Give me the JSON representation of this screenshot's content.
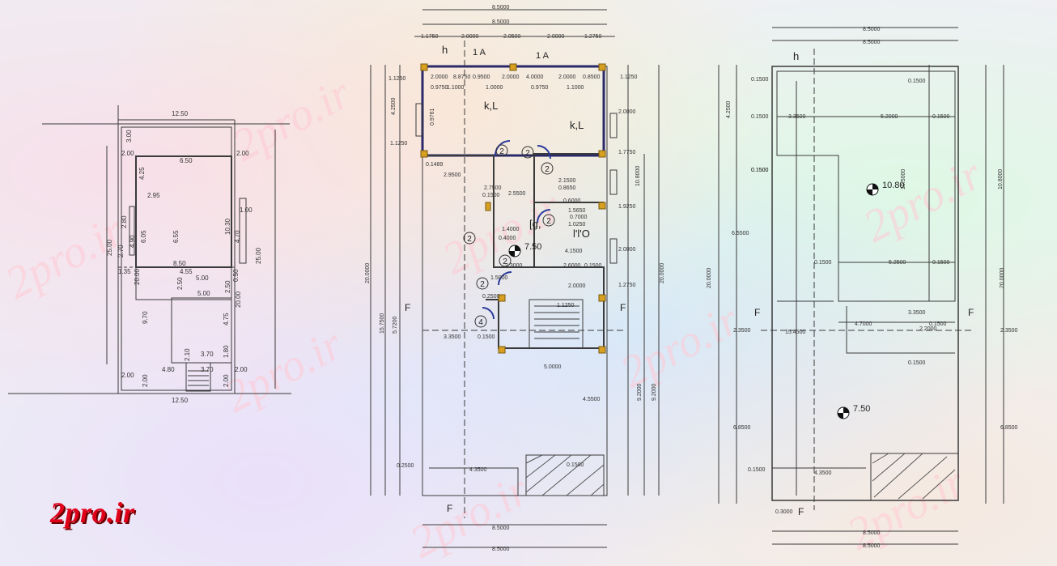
{
  "colors": {
    "line": "#3a3a3a",
    "dim": "#333333",
    "accent": "#e0001a",
    "door": "#2a3a9a",
    "column": "#d8a020"
  },
  "watermark": {
    "text": "2pro.ir",
    "logo_text": "2pro.ir"
  },
  "plan_site": {
    "dims": [
      "12.50",
      "12.50",
      "3.00",
      "2.00",
      "6.50",
      "2.00",
      "4.25",
      "2.95",
      "1.00",
      "10.30",
      "6.05",
      "6.55",
      "2.80",
      "4.90",
      "2.70",
      "25.00",
      "25.00",
      "8.50",
      "4.55",
      "1.35",
      "5.00",
      "20.00",
      "2.50",
      "5.00",
      "2.50",
      "0.50",
      "20.00",
      "9.70",
      "4.75",
      "3.70",
      "2.10",
      "3.70",
      "1.80",
      "4.80",
      "2.00",
      "2.00",
      "2.00",
      "2.00",
      "4.70"
    ]
  },
  "plan_ground": {
    "top_dims": [
      "8.5000",
      "8.5000",
      "1.1750",
      "2.0000",
      "2.0500",
      "2.0000",
      "1.2750"
    ],
    "side_dims": [
      "1.1250",
      "4.2500",
      "1.1250",
      "20.0000",
      "15.7500",
      "5.7200",
      "1.1250",
      "2.0000",
      "1.7750",
      "10.8000",
      "1.9250",
      "2.0000",
      "1.2750",
      "20.0000",
      "9.2000",
      "9.2000"
    ],
    "inner_dims": [
      "2.0000",
      "8.8750",
      "0.9500",
      "2.0000",
      "4.0000",
      "2.0000",
      "0.8500",
      "0.9750",
      "1.1000",
      "1.0000",
      "0.9750",
      "1.1000",
      "0.9761",
      "0.1489",
      "2.9500",
      "2.7500",
      "0.1500",
      "2.5500",
      "2.1500",
      "0.8650",
      "0.6000",
      "1.5650",
      "0.7000",
      "1.0250",
      "1.4000",
      "4.1500",
      "0.4000",
      "2.3000",
      "2.6000",
      "1.5000",
      "0.1500",
      "2.0000",
      "0.2500",
      "1.1250",
      "3.3500",
      "0.1500",
      "5.0000",
      "4.5500",
      "4.3500",
      "0.1500",
      "0.2500"
    ],
    "room_labels": [
      "k,L",
      "k,L",
      "[g,",
      "l'l'O"
    ],
    "tag_labels": [
      "1 A",
      "1 A"
    ],
    "circle_tags": [
      "2",
      "2",
      "2",
      "2",
      "2",
      "2",
      "2",
      "4"
    ],
    "level": "7.50",
    "section": [
      "F",
      "F",
      "F"
    ],
    "north": "h",
    "bottom_dims": [
      "8.5000",
      "8.5000"
    ]
  },
  "plan_roof": {
    "top_dims": [
      "8.5000",
      "8.5000"
    ],
    "side_dims": [
      "4.2500",
      "0.1500",
      "6.5500",
      "20.0000",
      "2.3500",
      "6.8500",
      "0.1500",
      "10.5000",
      "10.8000",
      "20.0000",
      "2.3500",
      "6.8500"
    ],
    "inner_dims": [
      "0.1500",
      "3.3500",
      "5.2000",
      "0.1500",
      "0.1500",
      "0.1500",
      "5.2500",
      "0.1500",
      "0.1500",
      "3.3500",
      "4.7000",
      "2.2000",
      "0.1500",
      "15.4500",
      "0.3000",
      "4.3500",
      "0.1500",
      "0.1500"
    ],
    "levels": [
      "10.80",
      "7.50"
    ],
    "section": [
      "F",
      "F",
      "F"
    ],
    "north": "h",
    "bottom_dims": [
      "8.5000",
      "8.5000"
    ]
  }
}
